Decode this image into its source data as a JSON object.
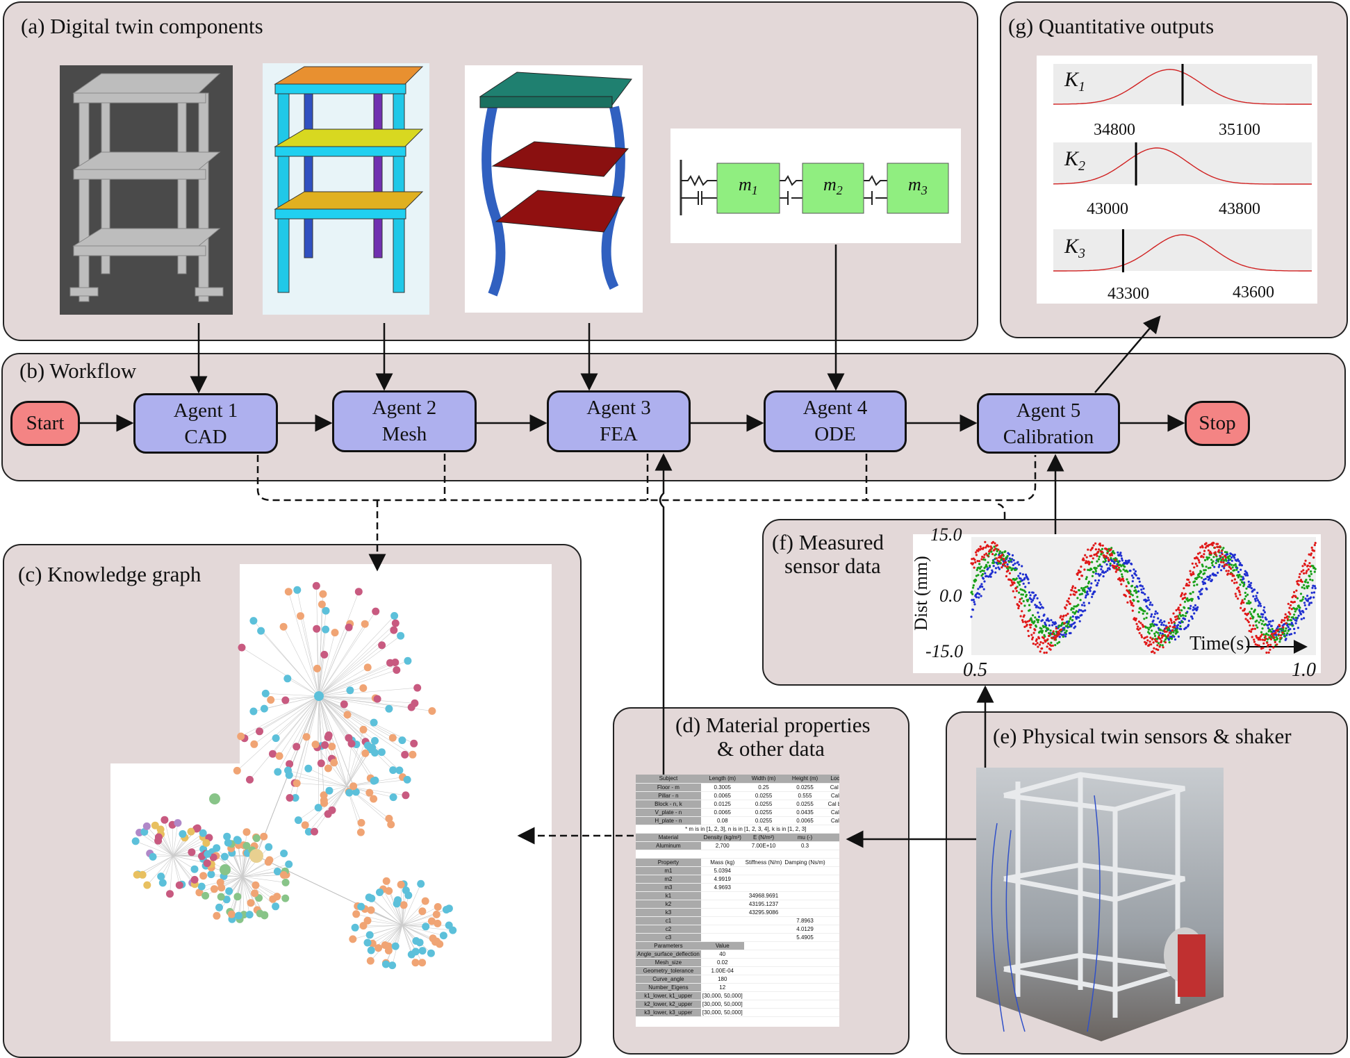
{
  "panels": {
    "a": "(a) Digital twin components",
    "b": "(b)  Workflow",
    "c": "(c) Knowledge graph",
    "d1": "(d) Material properties",
    "d2": "& other data",
    "e": "(e) Physical twin sensors & shaker",
    "f1": "(f) Measured",
    "f2": "sensor data",
    "g": "(g) Quantitative outputs"
  },
  "workflow": {
    "start": "Start",
    "stop": "Stop",
    "agents": [
      {
        "l1": "Agent 1",
        "l2": "CAD"
      },
      {
        "l1": "Agent 2",
        "l2": "Mesh"
      },
      {
        "l1": "Agent 3",
        "l2": "FEA"
      },
      {
        "l1": "Agent 4",
        "l2": "ODE"
      },
      {
        "l1": "Agent 5",
        "l2": "Calibration"
      }
    ]
  },
  "ode": {
    "m1": "m",
    "m2": "m",
    "m3": "m",
    "s1": "1",
    "s2": "2",
    "s3": "3"
  },
  "outputs": [
    {
      "k": "K",
      "sub": "1",
      "ticks": [
        "34800",
        "35100"
      ]
    },
    {
      "k": "K",
      "sub": "2",
      "ticks": [
        "43000",
        "43800"
      ]
    },
    {
      "k": "K",
      "sub": "3",
      "ticks": [
        "43300",
        "43600"
      ]
    }
  ],
  "sensor": {
    "ylabel": "Dist (mm)",
    "yticks": [
      "15.0",
      "0.0",
      "-15.0"
    ],
    "xticks": [
      "0.5",
      "1.0"
    ],
    "xlabel": "Time(s)",
    "series_colors": [
      "#1f2fd0",
      "#e01818",
      "#18a018"
    ]
  },
  "kg_colors": [
    "#f0a474",
    "#c85a80",
    "#5cc0da",
    "#b088c8",
    "#88c488",
    "#e8c060"
  ],
  "table": {
    "geom_header": [
      "Subject",
      "Length (m)",
      "Width (m)",
      "Height (m)",
      "Location"
    ],
    "geom_rows": [
      [
        "Floor - m",
        "0.3005",
        "0.25",
        "0.0255",
        "Cal by m"
      ],
      [
        "Pillar - n",
        "0.0065",
        "0.0255",
        "0.555",
        "Cal by n"
      ],
      [
        "Block - n, k",
        "0.0125",
        "0.0255",
        "0.0255",
        "Cal by n, k"
      ],
      [
        "V_plate - n",
        "0.0065",
        "0.0255",
        "0.0435",
        "Cal by n"
      ],
      [
        "H_plate - n",
        "0.08",
        "0.0255",
        "0.0065",
        "Cal by n"
      ]
    ],
    "note": "* m is in [1, 2, 3], n is in [1, 2, 3, 4], k is in [1, 2, 3]",
    "mat_header": [
      "Material",
      "Density (kg/m³)",
      "E (N/m²)",
      "mu (-)"
    ],
    "mat_row": [
      "Aluminum",
      "2,700",
      "7.00E+10",
      "0.3"
    ],
    "prop_header": [
      "Property",
      "Mass (kg)",
      "Stiffness (N/m)",
      "Damping (Ns/m)"
    ],
    "prop_rows": [
      [
        "m1",
        "5.0394",
        "",
        ""
      ],
      [
        "m2",
        "4.9919",
        "",
        ""
      ],
      [
        "m3",
        "4.9693",
        "",
        ""
      ],
      [
        "k1",
        "",
        "34968.9691",
        ""
      ],
      [
        "k2",
        "",
        "43195.1237",
        ""
      ],
      [
        "k3",
        "",
        "43295.9086",
        ""
      ],
      [
        "c1",
        "",
        "",
        "7.8963"
      ],
      [
        "c2",
        "",
        "",
        "4.0129"
      ],
      [
        "c3",
        "",
        "",
        "5.4905"
      ]
    ],
    "param_header": [
      "Parameters",
      "Value"
    ],
    "param_rows": [
      [
        "Angle_surface_deflection",
        "40"
      ],
      [
        "Mesh_size",
        "0.02"
      ],
      [
        "Geometry_tolerance",
        "1.00E-04"
      ],
      [
        "Curve_angle",
        "180"
      ],
      [
        "Number_Eigens",
        "12"
      ],
      [
        "k1_lower, k1_upper",
        "[30,000, 50,000]"
      ],
      [
        "k2_lower, k2_upper",
        "[30,000, 50,000]"
      ],
      [
        "k3_lower, k3_upper",
        "[30,000, 50,000]"
      ]
    ]
  }
}
